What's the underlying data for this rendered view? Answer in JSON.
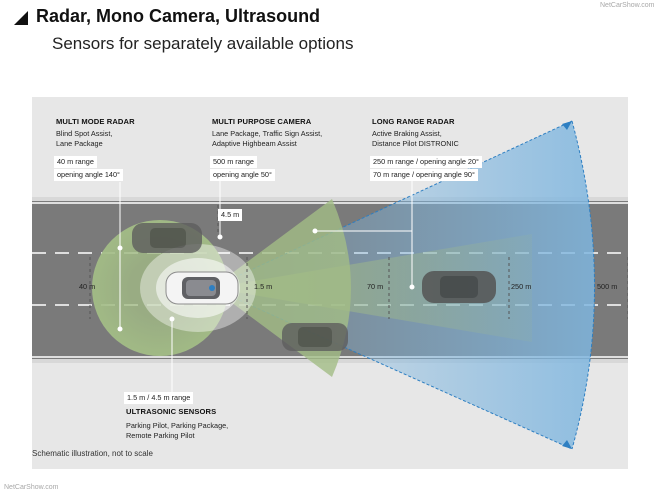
{
  "header": {
    "title": "Radar, Mono Camera, Ultrasound",
    "subtitle": "Sensors for separately available options"
  },
  "watermarks": {
    "top": "NetCarShow.com",
    "bottom": "NetCarShow.com"
  },
  "footnote": "Schematic illustration, not to scale",
  "sensors": {
    "multi_mode_radar": {
      "title": "MULTI MODE RADAR",
      "desc1": "Blind Spot Assist,",
      "desc2": "Lane Package",
      "range": "40 m range",
      "angle": "opening angle 140°"
    },
    "multi_purpose_camera": {
      "title": "MULTI PURPOSE CAMERA",
      "desc1": "Lane Package, Traffic Sign Assist,",
      "desc2": "Adaptive Highbeam Assist",
      "range": "500 m range",
      "angle": "opening angle 50°"
    },
    "long_range_radar": {
      "title": "LONG RANGE RADAR",
      "desc1": "Active Braking Assist,",
      "desc2": "Distance Pilot DISTRONIC",
      "range": "250 m range / opening angle 20°",
      "angle": "70 m range / opening angle 90°"
    },
    "ultrasonic": {
      "title": "ULTRASONIC SENSORS",
      "range": "1.5 m / 4.5 m range",
      "desc1": "Parking Pilot, Parking Package,",
      "desc2": "Remote Parking Pilot"
    }
  },
  "distances": {
    "d40": "40 m",
    "d1_5": "1.5 m",
    "d4_5": "4.5 m",
    "d70": "70 m",
    "d250": "250 m",
    "d500": "500 m"
  },
  "colors": {
    "camera_blue": "#7fb6df",
    "radar_green": "#a3bd86",
    "road": "#7a7a7a",
    "lane_marking": "#ffffff"
  }
}
